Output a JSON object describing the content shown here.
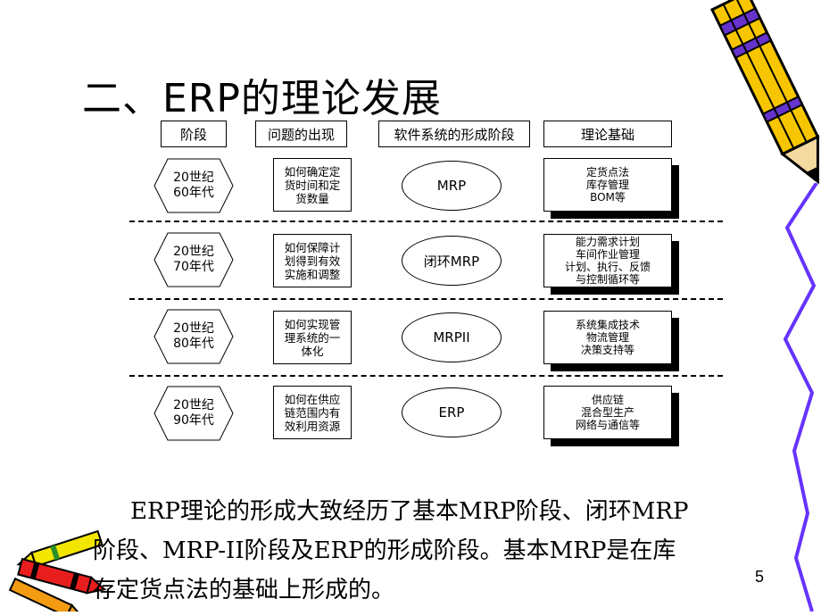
{
  "slide": {
    "title": "二、ERP的理论发展",
    "page_number": "5"
  },
  "table": {
    "headers": [
      "阶段",
      "问题的出现",
      "软件系统的形成阶段",
      "理论基础"
    ],
    "rows": [
      {
        "era_top": "20世纪",
        "era_bottom": "60年代",
        "problem": [
          "如何确定定",
          "货时间和定",
          "货数量"
        ],
        "system": "MRP",
        "basis": [
          "定货点法",
          "库存管理",
          "BOM等"
        ]
      },
      {
        "era_top": "20世纪",
        "era_bottom": "70年代",
        "problem": [
          "如何保障计",
          "划得到有效",
          "实施和调整"
        ],
        "system": "闭环MRP",
        "basis": [
          "能力需求计划",
          "车间作业管理",
          "计划、执行、反馈",
          "与控制循环等"
        ]
      },
      {
        "era_top": "20世纪",
        "era_bottom": "80年代",
        "problem": [
          "如何实现管",
          "理系统的一",
          "体化"
        ],
        "system": "MRPII",
        "basis": [
          "系统集成技术",
          "物流管理",
          "决策支持等"
        ]
      },
      {
        "era_top": "20世纪",
        "era_bottom": "90年代",
        "problem": [
          "如何在供应",
          "链范围内有",
          "效利用资源"
        ],
        "system": "ERP",
        "basis": [
          "供应链",
          "混合型生产",
          "网络与通信等"
        ]
      }
    ]
  },
  "paragraph": {
    "line1": "ERP理论的形成大致经历了基本MRP阶段、闭环MRP",
    "line2": "阶段、MRP-II阶段及ERP的形成阶段。基本MRP是在库",
    "line3": "存定货点法的基础上形成的。"
  },
  "colors": {
    "pencil_body": "#f7c600",
    "pencil_stripe": "#6633cc",
    "decor_line": "#6633ff",
    "crayon_red": "#e81e1e",
    "crayon_yellow": "#f2e500"
  }
}
